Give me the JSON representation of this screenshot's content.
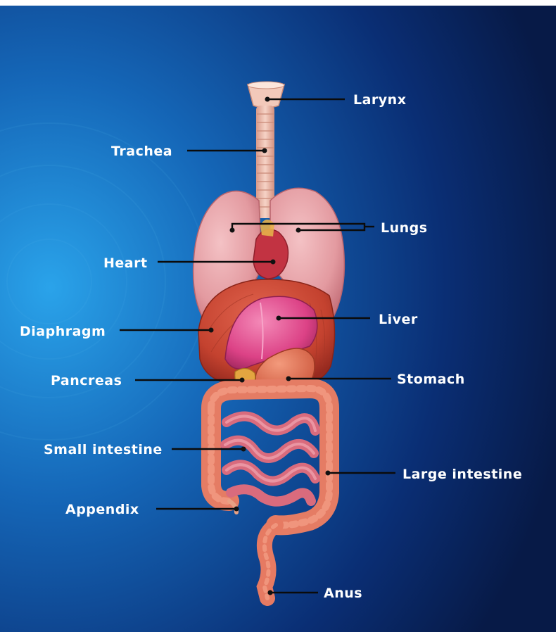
{
  "diagram": {
    "labels": {
      "larynx": "Larynx",
      "trachea": "Trachea",
      "lungs": "Lungs",
      "heart": "Heart",
      "liver": "Liver",
      "diaphragm": "Diaphragm",
      "pancreas": "Pancreas",
      "stomach": "Stomach",
      "small_intestine": "Small intestine",
      "large_intestine": "Large intestine",
      "appendix": "Appendix",
      "anus": "Anus"
    }
  },
  "colors": {
    "background_dark": "#0a1f52",
    "background_light": "#1f8ad6",
    "lung": "#e9a3a8",
    "diaphragm": "#cf4a3a",
    "liver": "#e34d8e",
    "intestine": "#e9806a",
    "small_intestine": "#d86f80",
    "label_text": "#ffffff",
    "leader_line": "#0b0b0b"
  }
}
